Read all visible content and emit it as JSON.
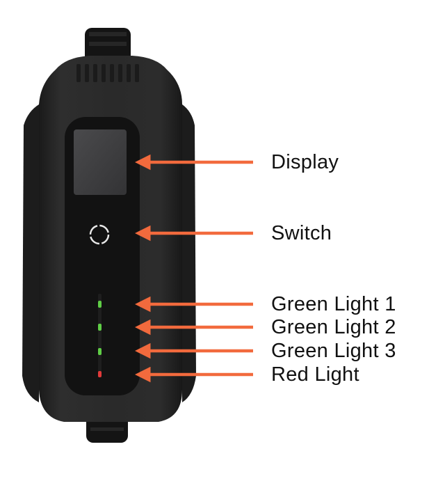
{
  "colors": {
    "arrow": "#f26a3d",
    "housing": "#2a2a2a",
    "face_panel": "#121212",
    "screen": "#3c3c3e",
    "green_light": "#5fce46",
    "red_light": "#e23a3a"
  },
  "icons": {
    "switch": "power-ring-icon"
  },
  "callouts": {
    "display": "Display",
    "switch": "Switch",
    "green_light_1": "Green Light 1",
    "green_light_2": "Green Light 2",
    "green_light_3": "Green Light 3",
    "red_light": "Red Light"
  }
}
